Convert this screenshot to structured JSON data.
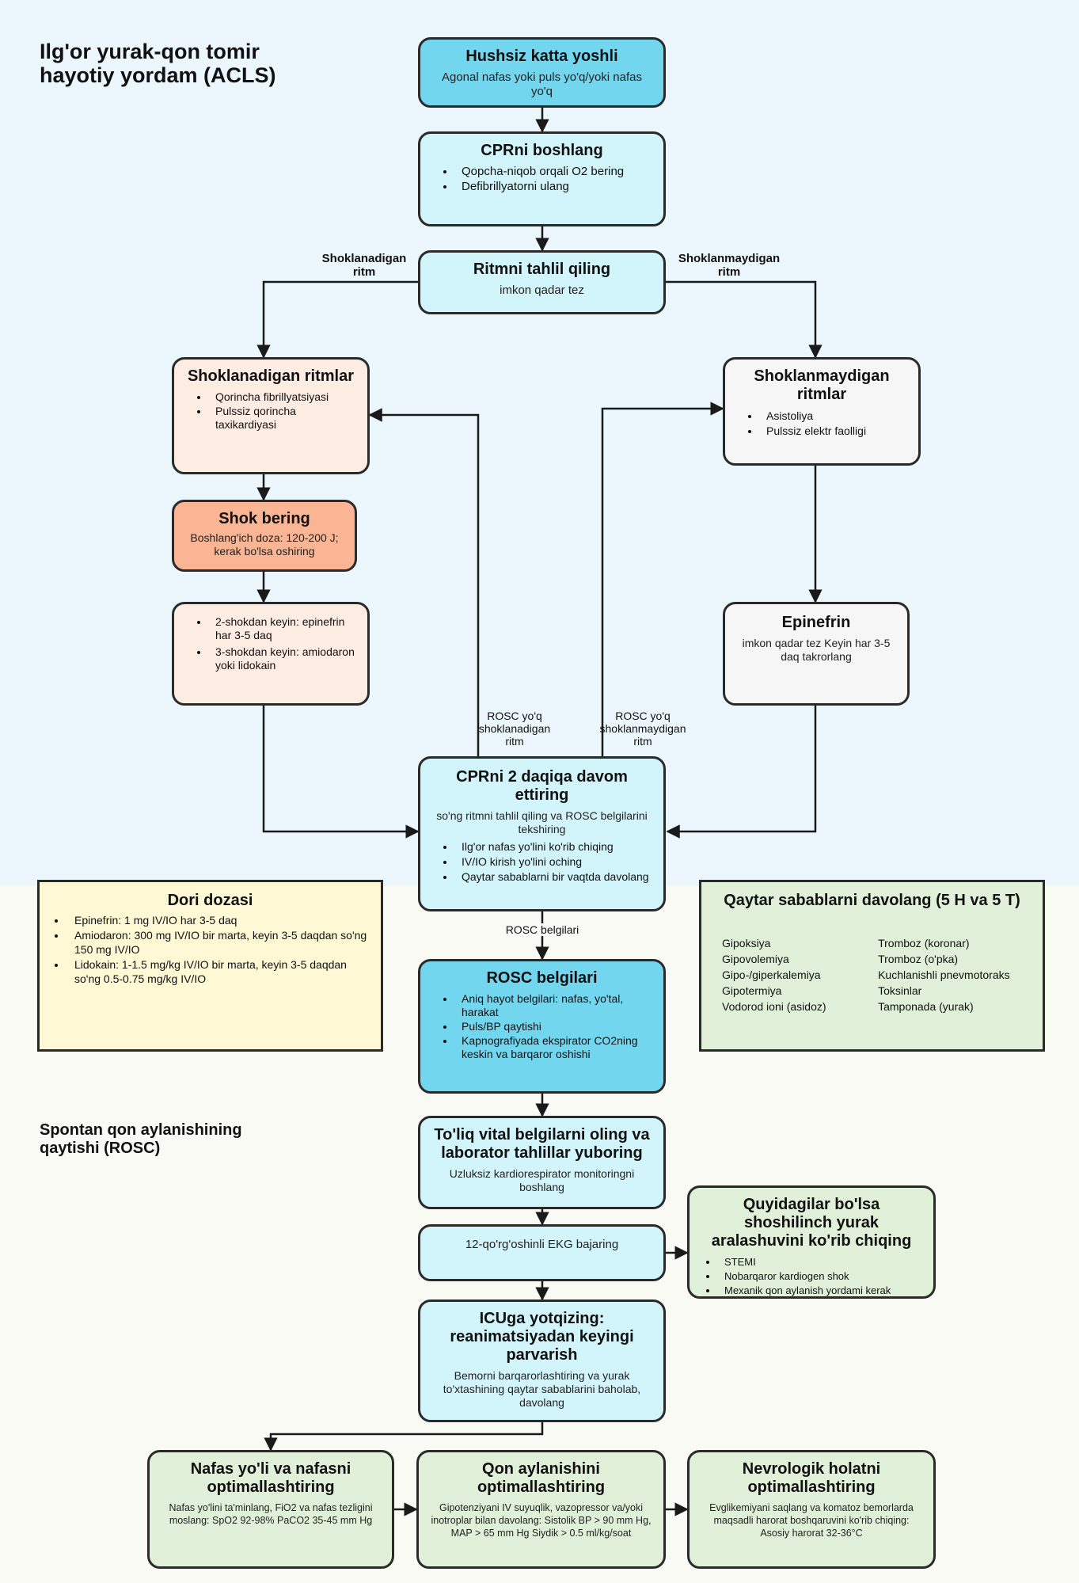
{
  "title": "Ilg'or yurak-qon tomir hayotiy yordam (ACLS)",
  "section_rosc": "Spontan qon aylanishining qaytishi (ROSC)",
  "labels": {
    "shockable_branch": "Shoklanadigan ritm",
    "nonshockable_branch": "Shoklanmaydigan ritm",
    "no_rosc_shockable": "ROSC yo'q shoklanadigan ritm",
    "no_rosc_nonshockable": "ROSC yo'q shoklanmaydigan ritm",
    "rosc_signs_edge": "ROSC belgilari"
  },
  "nodes": {
    "unconscious": {
      "title": "Hushsiz katta yoshli",
      "sub": "Agonal nafas yoki puls yo'q/yoki nafas yo'q"
    },
    "start_cpr": {
      "title": "CPRni boshlang",
      "items": [
        "Qopcha-niqob orqali O2 bering",
        "Defibrillyatorni ulang"
      ]
    },
    "analyze": {
      "title": "Ritmni tahlil qiling",
      "sub": "imkon qadar tez"
    },
    "shockable": {
      "title": "Shoklanadigan ritmlar",
      "items": [
        "Qorincha fibrillyatsiyasi",
        "Pulssiz qorincha taxikardiyasi"
      ]
    },
    "shock": {
      "title": "Shok bering",
      "sub": "Boshlang'ich doza: 120-200 J; kerak bo'lsa oshiring"
    },
    "after_shock": {
      "items": [
        "2-shokdan keyin: epinefrin har 3-5 daq",
        "3-shokdan keyin: amiodaron yoki lidokain"
      ]
    },
    "nonshockable": {
      "title": "Shoklanmaydigan ritmlar",
      "items": [
        "Asistoliya",
        "Pulssiz elektr faolligi"
      ]
    },
    "epinephrine": {
      "title": "Epinefrin",
      "sub": "imkon qadar tez Keyin har 3-5 daq takrorlang"
    },
    "continue_cpr": {
      "title": "CPRni 2 daqiqa davom ettiring",
      "sub": "so'ng ritmni tahlil qiling va ROSC belgilarini tekshiring",
      "items": [
        "Ilg'or nafas yo'lini ko'rib chiqing",
        "IV/IO kirish yo'lini oching",
        "Qaytar sabablarni bir vaqtda davolang"
      ]
    },
    "rosc_signs": {
      "title": "ROSC belgilari",
      "items": [
        "Aniq hayot belgilari: nafas, yo'tal, harakat",
        "Puls/BP qaytishi",
        "Kapnografiyada ekspirator CO2ning keskin va barqaror oshishi"
      ]
    },
    "vitals": {
      "title": "To'liq vital belgilarni oling va laborator tahlillar yuboring",
      "sub": "Uzluksiz kardiorespirator monitoringni boshlang"
    },
    "ecg": {
      "sub": "12-qo'rg'oshinli EKG bajaring"
    },
    "cardiac": {
      "title": "Quyidagilar bo'lsa shoshilinch yurak aralashuvini ko'rib chiqing",
      "items": [
        "STEMI",
        "Nobarqaror kardiogen shok",
        "Mexanik qon aylanish yordami kerak"
      ]
    },
    "icu": {
      "title": "ICUga yotqizing: reanimatsiyadan keyingi parvarish",
      "sub": "Bemorni barqarorlashtiring va yurak to'xtashining qaytar sabablarini baholab, davolang"
    },
    "airway": {
      "title": "Nafas yo'li va nafasni optimallashtiring",
      "sub": "Nafas yo'lini ta'minlang, FiO2 va nafas tezligini moslang: SpO2 92-98% PaCO2 35-45 mm Hg"
    },
    "circulation": {
      "title": "Qon aylanishini optimallashtiring",
      "sub": "Gipotenziyani IV suyuqlik, vazopressor va/yoki inotroplar bilan davolang: Sistolik BP > 90 mm Hg, MAP > 65 mm Hg Siydik > 0.5 ml/kg/soat"
    },
    "neuro": {
      "title": "Nevrologik holatni optimallashtiring",
      "sub": "Evglikemiyani saqlang va komatoz bemorlarda maqsadli harorat boshqaruvini ko'rib chiqing: Asosiy harorat 32-36°C"
    }
  },
  "drug_dosing": {
    "title": "Dori dozasi",
    "items": [
      "Epinefrin: 1 mg IV/IO har 3-5 daq",
      "Amiodaron: 300 mg IV/IO bir marta, keyin 3-5 daqdan so'ng 150 mg IV/IO",
      "Lidokain: 1-1.5 mg/kg IV/IO bir marta, keyin 3-5 daqdan so'ng 0.5-0.75 mg/kg IV/IO"
    ]
  },
  "reversible_causes": {
    "title": "Qaytar sabablarni davolang (5 H va 5 T)",
    "h": [
      "Gipoksiya",
      "Gipovolemiya",
      "Gipo-/giperkalemiya",
      "Gipotermiya",
      "Vodorod ioni (asidoz)"
    ],
    "t": [
      "Tromboz (koronar)",
      "Tromboz (o'pka)",
      "Kuchlanishli pnevmotoraks",
      "Toksinlar",
      "Tamponada (yurak)"
    ]
  }
}
